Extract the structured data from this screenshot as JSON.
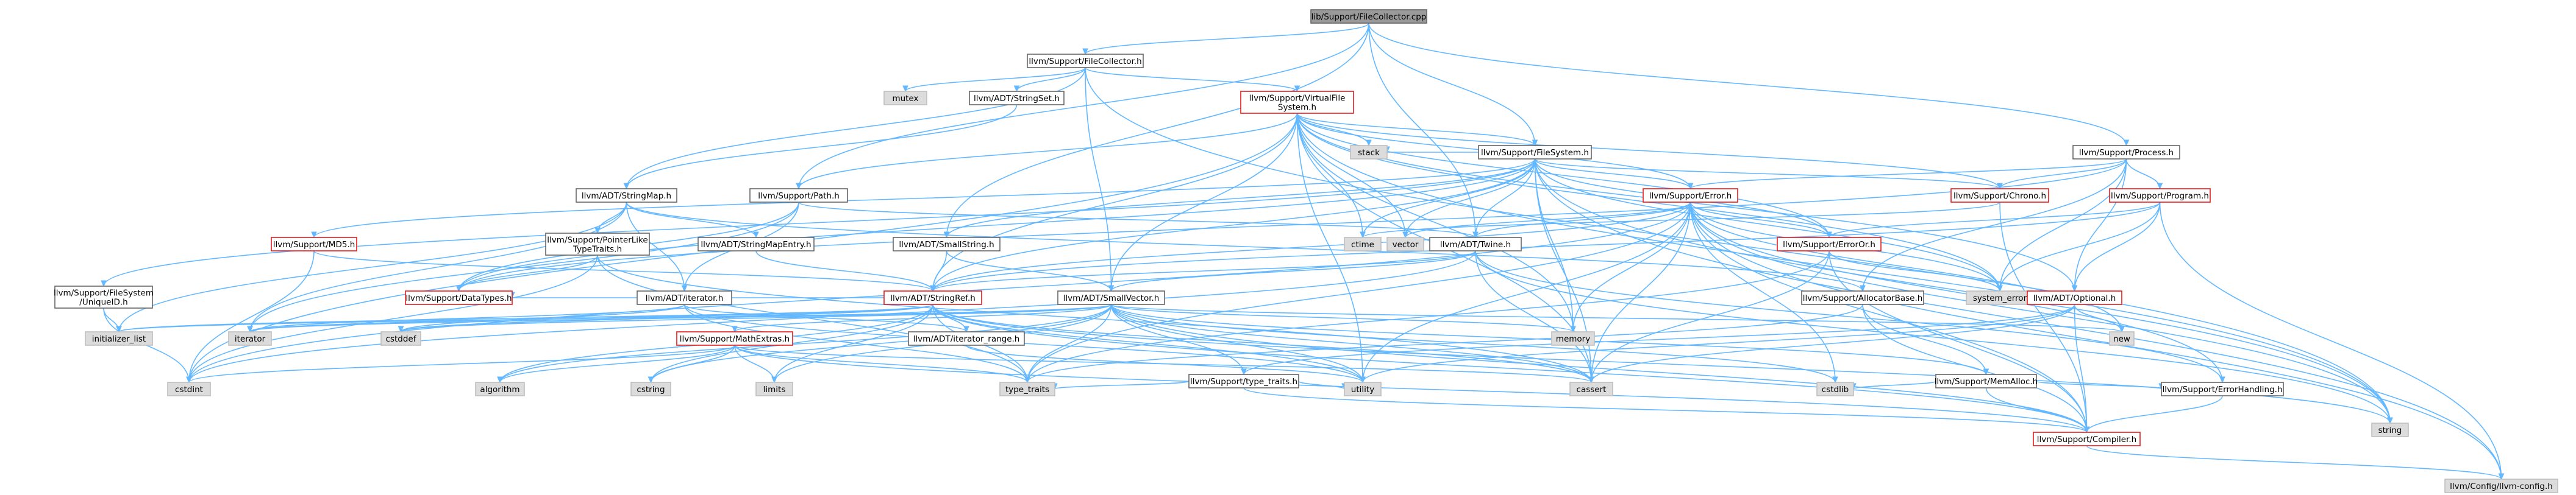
{
  "colors": {
    "edge": "#63b8ff",
    "node_fill": "#ffffff",
    "node_border_regular": "#666666",
    "node_border_red": "#e41b1b",
    "node_fill_grey": "#dcdcdc",
    "node_border_grey": "#bfbfbf",
    "node_fill_root": "#9a9a9a",
    "node_border_root": "#666666"
  },
  "nodes": [
    {
      "id": "root",
      "label": [
        "lib/Support/FileCollector.cpp"
      ],
      "style": "root"
    },
    {
      "id": "fch",
      "label": [
        "llvm/Support/FileCollector.h"
      ],
      "style": "regular"
    },
    {
      "id": "vfs",
      "label": [
        "llvm/Support/VirtualFile",
        "System.h"
      ],
      "style": "red"
    },
    {
      "id": "mutex",
      "label": [
        "mutex"
      ],
      "style": "grey"
    },
    {
      "id": "strset",
      "label": [
        "llvm/ADT/StringSet.h"
      ],
      "style": "regular"
    },
    {
      "id": "fs",
      "label": [
        "llvm/Support/FileSystem.h"
      ],
      "style": "regular"
    },
    {
      "id": "stack",
      "label": [
        "stack"
      ],
      "style": "grey"
    },
    {
      "id": "process",
      "label": [
        "llvm/Support/Process.h"
      ],
      "style": "regular"
    },
    {
      "id": "strmap",
      "label": [
        "llvm/ADT/StringMap.h"
      ],
      "style": "regular"
    },
    {
      "id": "path",
      "label": [
        "llvm/Support/Path.h"
      ],
      "style": "regular"
    },
    {
      "id": "error",
      "label": [
        "llvm/Support/Error.h"
      ],
      "style": "red"
    },
    {
      "id": "chrono",
      "label": [
        "llvm/Support/Chrono.h"
      ],
      "style": "red"
    },
    {
      "id": "program",
      "label": [
        "llvm/Support/Program.h"
      ],
      "style": "red"
    },
    {
      "id": "md5",
      "label": [
        "llvm/Support/MD5.h"
      ],
      "style": "red"
    },
    {
      "id": "ptrlike",
      "label": [
        "llvm/Support/PointerLike",
        "TypeTraits.h"
      ],
      "style": "regular"
    },
    {
      "id": "strmapentry",
      "label": [
        "llvm/ADT/StringMapEntry.h"
      ],
      "style": "regular"
    },
    {
      "id": "smallstr",
      "label": [
        "llvm/ADT/SmallString.h"
      ],
      "style": "regular"
    },
    {
      "id": "ctime",
      "label": [
        "ctime"
      ],
      "style": "grey"
    },
    {
      "id": "vector",
      "label": [
        "vector"
      ],
      "style": "grey"
    },
    {
      "id": "twine",
      "label": [
        "llvm/ADT/Twine.h"
      ],
      "style": "regular"
    },
    {
      "id": "erroror",
      "label": [
        "llvm/Support/ErrorOr.h"
      ],
      "style": "red"
    },
    {
      "id": "uniqueid",
      "label": [
        "llvm/Support/FileSystem",
        "/UniqueID.h"
      ],
      "style": "regular"
    },
    {
      "id": "datatypes",
      "label": [
        "llvm/Support/DataTypes.h"
      ],
      "style": "red"
    },
    {
      "id": "iterator_h",
      "label": [
        "llvm/ADT/iterator.h"
      ],
      "style": "regular"
    },
    {
      "id": "strref",
      "label": [
        "llvm/ADT/StringRef.h"
      ],
      "style": "red"
    },
    {
      "id": "smallvec",
      "label": [
        "llvm/ADT/SmallVector.h"
      ],
      "style": "regular"
    },
    {
      "id": "syserr",
      "label": [
        "system_error"
      ],
      "style": "grey"
    },
    {
      "id": "allocbase",
      "label": [
        "llvm/Support/AllocatorBase.h"
      ],
      "style": "regular"
    },
    {
      "id": "optional",
      "label": [
        "llvm/ADT/Optional.h"
      ],
      "style": "red"
    },
    {
      "id": "initlist",
      "label": [
        "initializer_list"
      ],
      "style": "grey"
    },
    {
      "id": "iterator",
      "label": [
        "iterator"
      ],
      "style": "grey"
    },
    {
      "id": "cstddef",
      "label": [
        "cstddef"
      ],
      "style": "grey"
    },
    {
      "id": "mathextras",
      "label": [
        "llvm/Support/MathExtras.h"
      ],
      "style": "red"
    },
    {
      "id": "itrange",
      "label": [
        "llvm/ADT/iterator_range.h"
      ],
      "style": "regular"
    },
    {
      "id": "memory",
      "label": [
        "memory"
      ],
      "style": "grey"
    },
    {
      "id": "typetraits_h",
      "label": [
        "llvm/Support/type_traits.h"
      ],
      "style": "regular"
    },
    {
      "id": "memalloc",
      "label": [
        "llvm/Support/MemAlloc.h"
      ],
      "style": "regular"
    },
    {
      "id": "new",
      "label": [
        "new"
      ],
      "style": "grey"
    },
    {
      "id": "cstdint",
      "label": [
        "cstdint"
      ],
      "style": "grey"
    },
    {
      "id": "algorithm",
      "label": [
        "algorithm"
      ],
      "style": "grey"
    },
    {
      "id": "cstring",
      "label": [
        "cstring"
      ],
      "style": "grey"
    },
    {
      "id": "limits",
      "label": [
        "limits"
      ],
      "style": "grey"
    },
    {
      "id": "typetraits",
      "label": [
        "type_traits"
      ],
      "style": "grey"
    },
    {
      "id": "utility",
      "label": [
        "utility"
      ],
      "style": "grey"
    },
    {
      "id": "cassert",
      "label": [
        "cassert"
      ],
      "style": "grey"
    },
    {
      "id": "cstdlib",
      "label": [
        "cstdlib"
      ],
      "style": "grey"
    },
    {
      "id": "errhandling",
      "label": [
        "llvm/Support/ErrorHandling.h"
      ],
      "style": "regular"
    },
    {
      "id": "string",
      "label": [
        "string"
      ],
      "style": "grey"
    },
    {
      "id": "compiler",
      "label": [
        "llvm/Support/Compiler.h"
      ],
      "style": "red"
    },
    {
      "id": "config",
      "label": [
        "llvm/Config/llvm-config.h"
      ],
      "style": "grey"
    }
  ],
  "edges": [
    [
      "root",
      "fch"
    ],
    [
      "root",
      "path"
    ],
    [
      "root",
      "fs"
    ],
    [
      "root",
      "process"
    ],
    [
      "root",
      "smallstr"
    ],
    [
      "root",
      "twine"
    ],
    [
      "fch",
      "vfs"
    ],
    [
      "fch",
      "mutex"
    ],
    [
      "fch",
      "strset"
    ],
    [
      "fch",
      "strmap"
    ],
    [
      "fch",
      "smallvec"
    ],
    [
      "fch",
      "string"
    ],
    [
      "strset",
      "strmap"
    ],
    [
      "vfs",
      "fs"
    ],
    [
      "vfs",
      "stack"
    ],
    [
      "vfs",
      "chrono"
    ],
    [
      "vfs",
      "error"
    ],
    [
      "vfs",
      "erroror"
    ],
    [
      "vfs",
      "smallvec"
    ],
    [
      "vfs",
      "strref"
    ],
    [
      "vfs",
      "path"
    ],
    [
      "vfs",
      "ctime"
    ],
    [
      "vfs",
      "vector"
    ],
    [
      "vfs",
      "memory"
    ],
    [
      "vfs",
      "cassert"
    ],
    [
      "vfs",
      "cstdint"
    ],
    [
      "vfs",
      "utility"
    ],
    [
      "vfs",
      "syserr"
    ],
    [
      "vfs",
      "string"
    ],
    [
      "vfs",
      "optional"
    ],
    [
      "fs",
      "uniqueid"
    ],
    [
      "fs",
      "twine"
    ],
    [
      "fs",
      "smallstr"
    ],
    [
      "fs",
      "error"
    ],
    [
      "fs",
      "erroror"
    ],
    [
      "fs",
      "chrono"
    ],
    [
      "fs",
      "md5"
    ],
    [
      "fs",
      "datatypes"
    ],
    [
      "fs",
      "strref"
    ],
    [
      "fs",
      "stack"
    ],
    [
      "fs",
      "ctime"
    ],
    [
      "fs",
      "vector"
    ],
    [
      "fs",
      "memory"
    ],
    [
      "fs",
      "cassert"
    ],
    [
      "fs",
      "syserr"
    ],
    [
      "fs",
      "string"
    ],
    [
      "fs",
      "config"
    ],
    [
      "process",
      "program"
    ],
    [
      "process",
      "chrono"
    ],
    [
      "process",
      "error"
    ],
    [
      "process",
      "optional"
    ],
    [
      "process",
      "datatypes"
    ],
    [
      "process",
      "syserr"
    ],
    [
      "process",
      "allocbase"
    ],
    [
      "strmap",
      "strmapentry"
    ],
    [
      "strmap",
      "ptrlike"
    ],
    [
      "strmap",
      "allocbase"
    ],
    [
      "strmap",
      "iterator_h"
    ],
    [
      "strmap",
      "initlist"
    ],
    [
      "strmap",
      "iterator"
    ],
    [
      "path",
      "twine"
    ],
    [
      "path",
      "iterator_h"
    ],
    [
      "path",
      "datatypes"
    ],
    [
      "path",
      "iterator"
    ],
    [
      "error",
      "config"
    ],
    [
      "error",
      "abi"
    ],
    [
      "error",
      "erroror"
    ],
    [
      "error",
      "twine"
    ],
    [
      "error",
      "errhandling"
    ],
    [
      "error",
      "compiler"
    ],
    [
      "error",
      "strref"
    ],
    [
      "error",
      "cassert"
    ],
    [
      "error",
      "cstdint"
    ],
    [
      "error",
      "cstdlib"
    ],
    [
      "error",
      "memory"
    ],
    [
      "error",
      "new"
    ],
    [
      "error",
      "string"
    ],
    [
      "error",
      "syserr"
    ],
    [
      "error",
      "typetraits"
    ],
    [
      "error",
      "utility"
    ],
    [
      "error",
      "vector"
    ],
    [
      "chrono",
      "compiler"
    ],
    [
      "chrono",
      "ctime"
    ],
    [
      "program",
      "erroror"
    ],
    [
      "program",
      "strref"
    ],
    [
      "program",
      "syserr"
    ],
    [
      "program",
      "config"
    ],
    [
      "program",
      "optional"
    ],
    [
      "md5",
      "strref"
    ],
    [
      "md5",
      "cstdint"
    ],
    [
      "ptrlike",
      "datatypes"
    ],
    [
      "ptrlike",
      "cassert"
    ],
    [
      "ptrlike",
      "cstdint"
    ],
    [
      "ptrlike",
      "typetraits"
    ],
    [
      "strmapentry",
      "strref"
    ],
    [
      "smallstr",
      "smallvec"
    ],
    [
      "smallstr",
      "strref"
    ],
    [
      "twine",
      "smallvec"
    ],
    [
      "twine",
      "strref"
    ],
    [
      "twine",
      "errhandling"
    ],
    [
      "twine",
      "cassert"
    ],
    [
      "twine",
      "cstdint"
    ],
    [
      "twine",
      "string"
    ],
    [
      "erroror",
      "compiler"
    ],
    [
      "erroror",
      "syserr"
    ],
    [
      "erroror",
      "typetraits"
    ],
    [
      "erroror",
      "cassert"
    ],
    [
      "uniqueid",
      "cstdint"
    ],
    [
      "uniqueid",
      "initlist"
    ],
    [
      "iterator_h",
      "itrange"
    ],
    [
      "iterator_h",
      "cstddef"
    ],
    [
      "iterator_h",
      "iterator"
    ],
    [
      "iterator_h",
      "typetraits"
    ],
    [
      "iterator_h",
      "utility"
    ],
    [
      "strref",
      "compiler"
    ],
    [
      "strref",
      "datatypes"
    ],
    [
      "strref",
      "itrange"
    ],
    [
      "strref",
      "algorithm"
    ],
    [
      "strref",
      "cassert"
    ],
    [
      "strref",
      "cstddef"
    ],
    [
      "strref",
      "cstring"
    ],
    [
      "strref",
      "limits"
    ],
    [
      "strref",
      "string"
    ],
    [
      "strref",
      "typetraits"
    ],
    [
      "strref",
      "utility"
    ],
    [
      "strref",
      "initlist"
    ],
    [
      "strref",
      "iterator"
    ],
    [
      "smallvec",
      "compiler"
    ],
    [
      "smallvec",
      "typetraits_h"
    ],
    [
      "smallvec",
      "mathextras"
    ],
    [
      "smallvec",
      "memalloc"
    ],
    [
      "smallvec",
      "algorithm"
    ],
    [
      "smallvec",
      "cassert"
    ],
    [
      "smallvec",
      "cstddef"
    ],
    [
      "smallvec",
      "cstdlib"
    ],
    [
      "smallvec",
      "cstring"
    ],
    [
      "smallvec",
      "functional"
    ],
    [
      "smallvec",
      "initlist"
    ],
    [
      "smallvec",
      "iterator"
    ],
    [
      "smallvec",
      "limits"
    ],
    [
      "smallvec",
      "memory"
    ],
    [
      "smallvec",
      "new"
    ],
    [
      "smallvec",
      "typetraits"
    ],
    [
      "smallvec",
      "utility"
    ],
    [
      "allocbase",
      "compiler"
    ],
    [
      "allocbase",
      "memalloc"
    ],
    [
      "allocbase",
      "typetraits"
    ],
    [
      "optional",
      "compiler"
    ],
    [
      "optional",
      "typetraits_h"
    ],
    [
      "optional",
      "cassert"
    ],
    [
      "optional",
      "new"
    ],
    [
      "optional",
      "utility"
    ],
    [
      "mathextras",
      "compiler"
    ],
    [
      "mathextras",
      "algorithm"
    ],
    [
      "mathextras",
      "cassert"
    ],
    [
      "mathextras",
      "cstdint"
    ],
    [
      "mathextras",
      "cstring"
    ],
    [
      "mathextras",
      "limits"
    ],
    [
      "mathextras",
      "typetraits"
    ],
    [
      "itrange",
      "utility"
    ],
    [
      "typetraits_h",
      "compiler"
    ],
    [
      "typetraits_h",
      "typetraits"
    ],
    [
      "typetraits_h",
      "utility"
    ],
    [
      "memalloc",
      "compiler"
    ],
    [
      "memalloc",
      "errhandling"
    ],
    [
      "memalloc",
      "cstdlib"
    ],
    [
      "errhandling",
      "compiler"
    ],
    [
      "compiler",
      "config"
    ]
  ]
}
